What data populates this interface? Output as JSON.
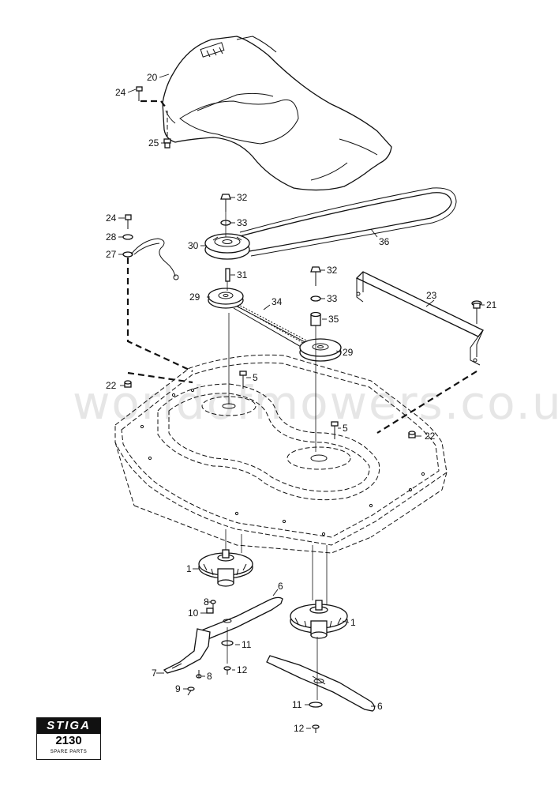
{
  "watermark": "worldofmowers.co.uk",
  "logo": {
    "brand": "STIGA",
    "number": "2130",
    "caption": "SPARE PARTS"
  },
  "labels": {
    "p20": "20",
    "p24a": "24",
    "p25": "25",
    "p32a": "32",
    "p33a": "33",
    "p30": "30",
    "p36": "36",
    "p24b": "24",
    "p28": "28",
    "p27": "27",
    "p31": "31",
    "p32b": "32",
    "p33b": "33",
    "p35": "35",
    "p29a": "29",
    "p34": "34",
    "p29b": "29",
    "p23": "23",
    "p21": "21",
    "p22a": "22",
    "p5a": "5",
    "p5b": "5",
    "p22b": "22",
    "p1a": "1",
    "p6a": "6",
    "p8a": "8",
    "p10": "10",
    "p1b": "1",
    "p11a": "11",
    "p12a": "12",
    "p7": "7",
    "p8b": "8",
    "p9": "9",
    "p11b": "11",
    "p6b": "6",
    "p12b": "12"
  }
}
